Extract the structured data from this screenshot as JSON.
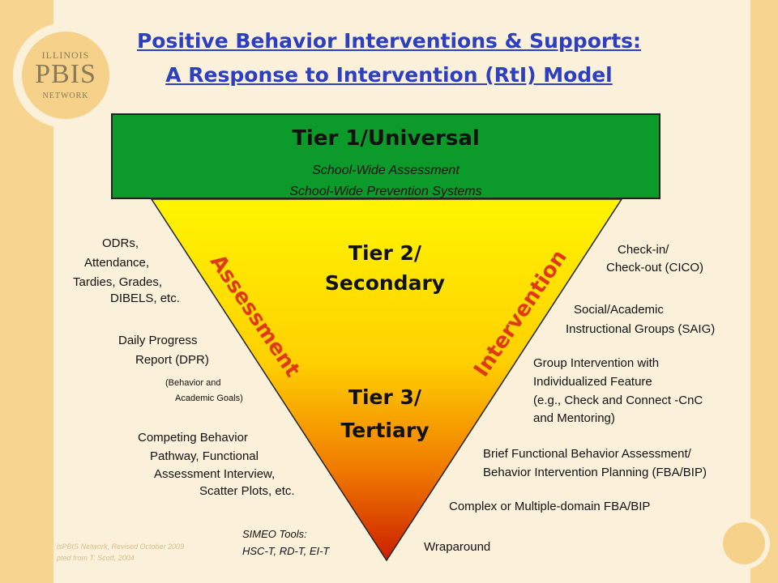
{
  "logo": {
    "line1": "ILLINOIS",
    "line2": "PBIS",
    "line3": "NETWORK"
  },
  "title": {
    "line1": "Positive Behavior Interventions & Supports:",
    "line2": "A Response to Intervention (RtI) Model"
  },
  "tier1": {
    "title": "Tier 1/Universal",
    "sub1": "School-Wide Assessment",
    "sub2": "School-Wide Prevention Systems"
  },
  "tier2": {
    "line1": "Tier 2/",
    "line2": "Secondary"
  },
  "tier3": {
    "line1": "Tier 3/",
    "line2": "Tertiary"
  },
  "side_labels": {
    "assessment": "Assessment",
    "intervention": "Intervention"
  },
  "assessment_items": {
    "odr1": "ODRs,",
    "odr2": "Attendance,",
    "odr3": "Tardies, Grades,",
    "odr4": "DIBELS, etc.",
    "dpr1": "Daily Progress",
    "dpr2": "Report (DPR)",
    "dpr3": "(Behavior and",
    "dpr4": "Academic Goals)",
    "cbp1": "Competing Behavior",
    "cbp2": "Pathway, Functional",
    "cbp3": "Assessment Interview,",
    "cbp4": "Scatter Plots, etc.",
    "simeo1": "SIMEO Tools:",
    "simeo2": "HSC-T, RD-T, EI-T"
  },
  "intervention_items": {
    "cico1": "Check-in/",
    "cico2": "Check-out (CICO)",
    "saig1": "Social/Academic",
    "saig2": "Instructional Groups (SAIG)",
    "gi1": "Group Intervention with",
    "gi2": "Individualized Feature",
    "gi3": "(e.g., Check and Connect -CnC",
    "gi4": "and Mentoring)",
    "fba1": "Brief Functional Behavior Assessment/",
    "fba2": "Behavior Intervention Planning (FBA/BIP)",
    "complex": "Complex or Multiple-domain FBA/BIP",
    "wrap": "Wraparound"
  },
  "credit": {
    "line1": "isPBIS Network, Revised October 2009",
    "line2": "pted from T. Scott, 2004"
  },
  "colors": {
    "tier1_green": "#0c9a2b",
    "triangle_top": "#fff500",
    "triangle_bottom": "#cc1f00",
    "title_blue": "#2b3fc0",
    "side_label_red": "#e03a14"
  }
}
